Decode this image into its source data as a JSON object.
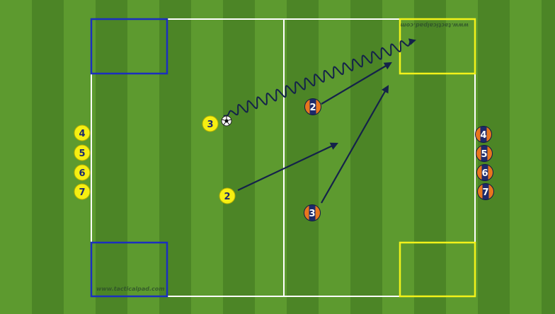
{
  "watermark": {
    "bottom_left": "www.tacticalpad.com",
    "top_right": "www.tacticalpad.com"
  },
  "colors": {
    "grass_light": "#5d9a2f",
    "grass_dark": "#4c8526",
    "lines": "#ffffff",
    "left_boxes": "#1b2fbf",
    "right_boxes": "#f2f21a",
    "team_yellow": "#f6ef12",
    "team_navy": "#1d2a6b",
    "team_orange": "#e8761e",
    "arrows": "#14224a"
  },
  "players": {
    "yellow_field": [
      {
        "id": "y3",
        "label": "3"
      },
      {
        "id": "y2",
        "label": "2"
      }
    ],
    "yellow_queue": [
      {
        "id": "yq4",
        "label": "4"
      },
      {
        "id": "yq5",
        "label": "5"
      },
      {
        "id": "yq6",
        "label": "6"
      },
      {
        "id": "yq7",
        "label": "7"
      }
    ],
    "navy_field": [
      {
        "id": "n2",
        "label": "2"
      },
      {
        "id": "n3",
        "label": "3"
      }
    ],
    "navy_queue": [
      {
        "id": "nq4",
        "label": "4"
      },
      {
        "id": "nq5",
        "label": "5"
      },
      {
        "id": "nq6",
        "label": "6"
      },
      {
        "id": "nq7",
        "label": "7"
      }
    ]
  },
  "icons": {
    "ball": "soccer-ball-icon"
  }
}
